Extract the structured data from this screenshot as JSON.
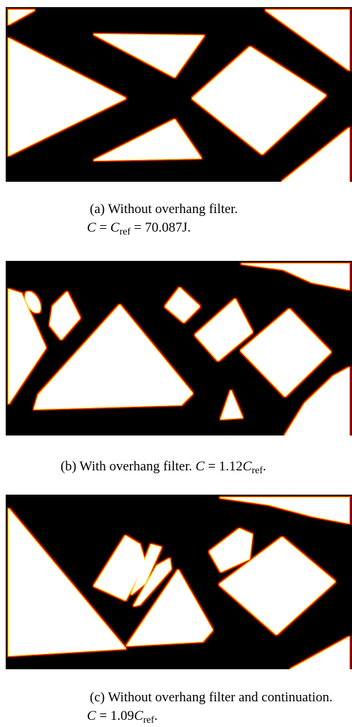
{
  "figures": [
    {
      "caption": {
        "label": "(a) Without overhang filter.",
        "line2_var": "C",
        "line2_eq1": " = ",
        "line2_var2": "C",
        "line2_sub": "ref",
        "line2_rest": " = 70.087J."
      }
    },
    {
      "caption": {
        "label": "(b) With overhang filter.",
        "var": "C",
        "eq": " = 1.12",
        "var2": "C",
        "sub": "ref",
        "end": "."
      }
    },
    {
      "caption": {
        "label": "(c) Without overhang filter and continuation.",
        "line2_var": "C",
        "line2_eq": " = 1.09",
        "line2_var2": "C",
        "line2_sub": "ref",
        "line2_end": "."
      }
    }
  ],
  "colors": {
    "material": "#000000",
    "void": "#ffffff",
    "edge_outer": "#c80000",
    "edge_inner": "#ffd200"
  }
}
